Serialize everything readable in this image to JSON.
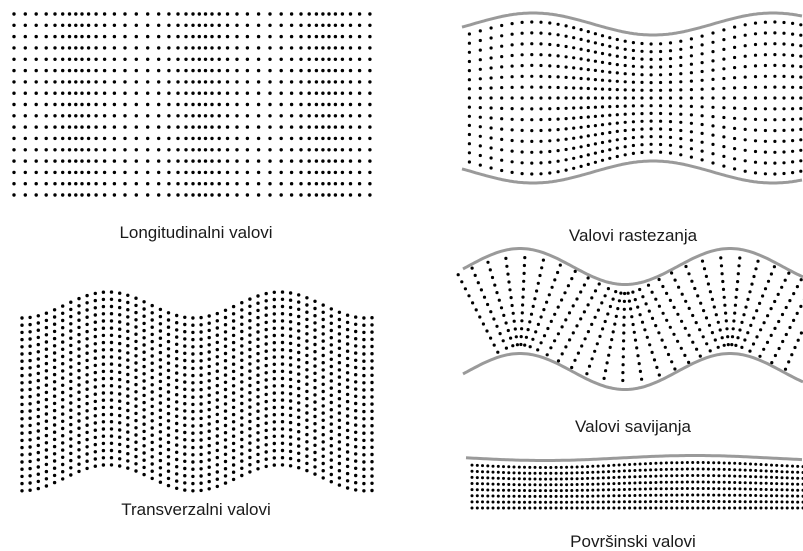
{
  "figures": [
    {
      "id": "longitudinal",
      "label": "Longitudinalni valovi"
    },
    {
      "id": "extension",
      "label": "Valovi rastezanja"
    },
    {
      "id": "transverse",
      "label": "Transverzalni valovi"
    },
    {
      "id": "bending",
      "label": "Valovi savijanja"
    },
    {
      "id": "surface",
      "label": "Površinski valovi"
    }
  ],
  "colors": {
    "dots": "#000000",
    "boundary": "#9a9a9a",
    "text": "#1a1a1a"
  }
}
